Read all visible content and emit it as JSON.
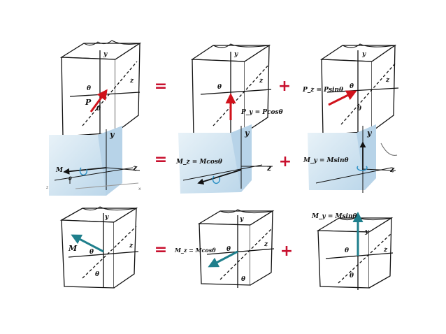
{
  "header_text": "",
  "operators": {
    "equals": "=",
    "plus": "+"
  },
  "axes": {
    "y": "y",
    "z": "z",
    "x": "x",
    "theta": "θ"
  },
  "row1": {
    "force": "P",
    "component_y": "P_y = Pcosθ",
    "component_z": "P_z = Psinθ"
  },
  "row2": {
    "moment": "M",
    "component_z": "M_z = Mcosθ",
    "component_y": "M_y = Msinθ"
  },
  "row3": {
    "moment": "M",
    "component_z": "M_z = Mcosθ",
    "component_y": "M_y = Msinθ"
  },
  "colors": {
    "force_arrow": "#d0121b",
    "moment_arrow": "#1f7f8c",
    "operator": "#c8102e",
    "block_fill": "#cfe3f0"
  }
}
